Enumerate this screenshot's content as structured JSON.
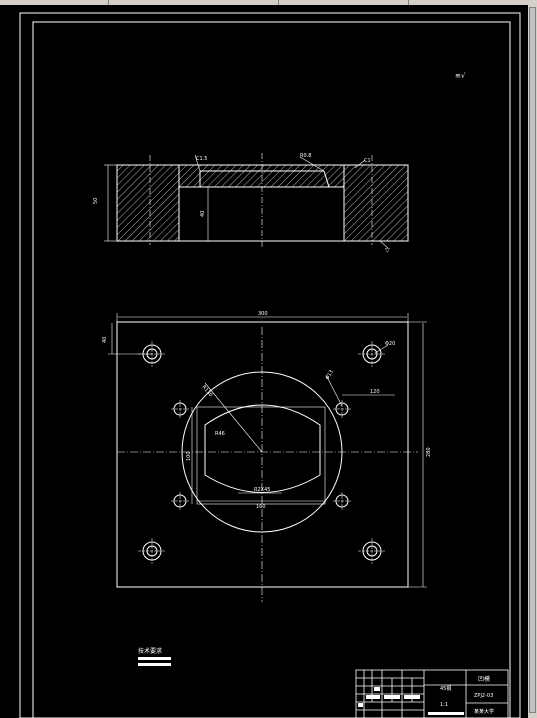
{
  "drawing": {
    "corner_symbol": "≋√",
    "section": {
      "chamfer_left": "C1.5",
      "chamfer_right": "C1",
      "leader_top": "R0.8",
      "height": "50",
      "bore_depth": "40",
      "surface_mark": "▽"
    },
    "plan": {
      "width": "300",
      "height": "280",
      "hole_label_top_right": "Φ20",
      "hole_label_right": "Φ13",
      "radius_label": "R130",
      "bore_label": "R46",
      "offset_right": "120",
      "small_left": "40",
      "inner_width": "160",
      "inner_label": "R2X45",
      "inner_height": "100"
    },
    "notes": {
      "heading": "技术要求",
      "line1": "",
      "line2": ""
    },
    "title_block": {
      "material": "45钢",
      "part_name": "凹模",
      "drawing_no": "ZPJ2-03",
      "company": "某某大学",
      "scale": "1:1"
    }
  }
}
